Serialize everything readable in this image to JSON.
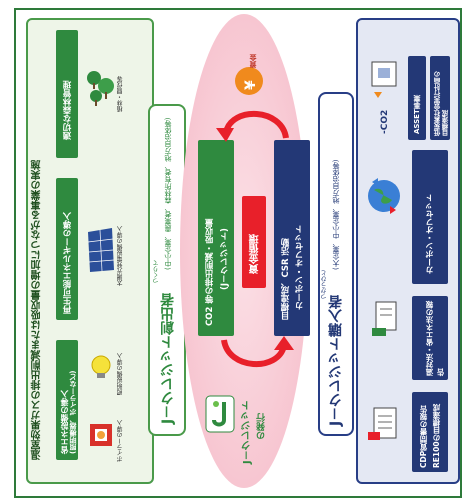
{
  "left_panel": {
    "heading": "温室効果ガスの排出削減または吸収量の増加につながる事業の実施",
    "items": [
      {
        "label": "省エネ設備の導入",
        "sub": "(照明機器、ボイラーなど)"
      },
      {
        "label": "再生可能エネルギーの導入",
        "sub": ""
      },
      {
        "label": "適切な森林管理",
        "sub": ""
      }
    ],
    "captions": [
      "ボイラーの導入",
      "照明設備の導入",
      "太陽光発電設備の導入",
      "植林・間伐等"
    ],
    "title_small": "つくりて",
    "title": "J－クレジット創出者",
    "title_note": "(中小企業、農業者、森林所有者、地方自治体等)"
  },
  "center": {
    "green_box_line1": "CO2 等の排出削減・吸収量",
    "green_box_line2": "(J－クレジット)",
    "red_box": "資金循環",
    "navy_box_line1": "目標達成、CSR 活動",
    "navy_box_line2": "カーボン・オフセット",
    "yen_label": "¥",
    "yen_caption": "資金",
    "logo_text": "J－クレジット",
    "logo_sub": "の発行"
  },
  "right_panel": {
    "title_small": "つかうひと",
    "title": "J－クレジット購入者",
    "title_note": "(大企業、中小企業、地方自治体等)",
    "items": [
      {
        "label": "CDP質問書の報告",
        "sub": "RE100の目標達成"
      },
      {
        "label": "温対法・省エネ法の報告",
        "sub": ""
      },
      {
        "label": "カーボン・オフセット",
        "sub": ""
      },
      {
        "label": "低炭素社会実行計画の",
        "sub": "目標達成"
      },
      {
        "label": "ASSET事業",
        "sub": ""
      }
    ],
    "co2_label": "-CO2"
  },
  "colors": {
    "green": "#2f8a3f",
    "navy": "#233876",
    "red": "#e8202a",
    "pink": "#f7c6d1",
    "orange": "#f08a1d"
  }
}
